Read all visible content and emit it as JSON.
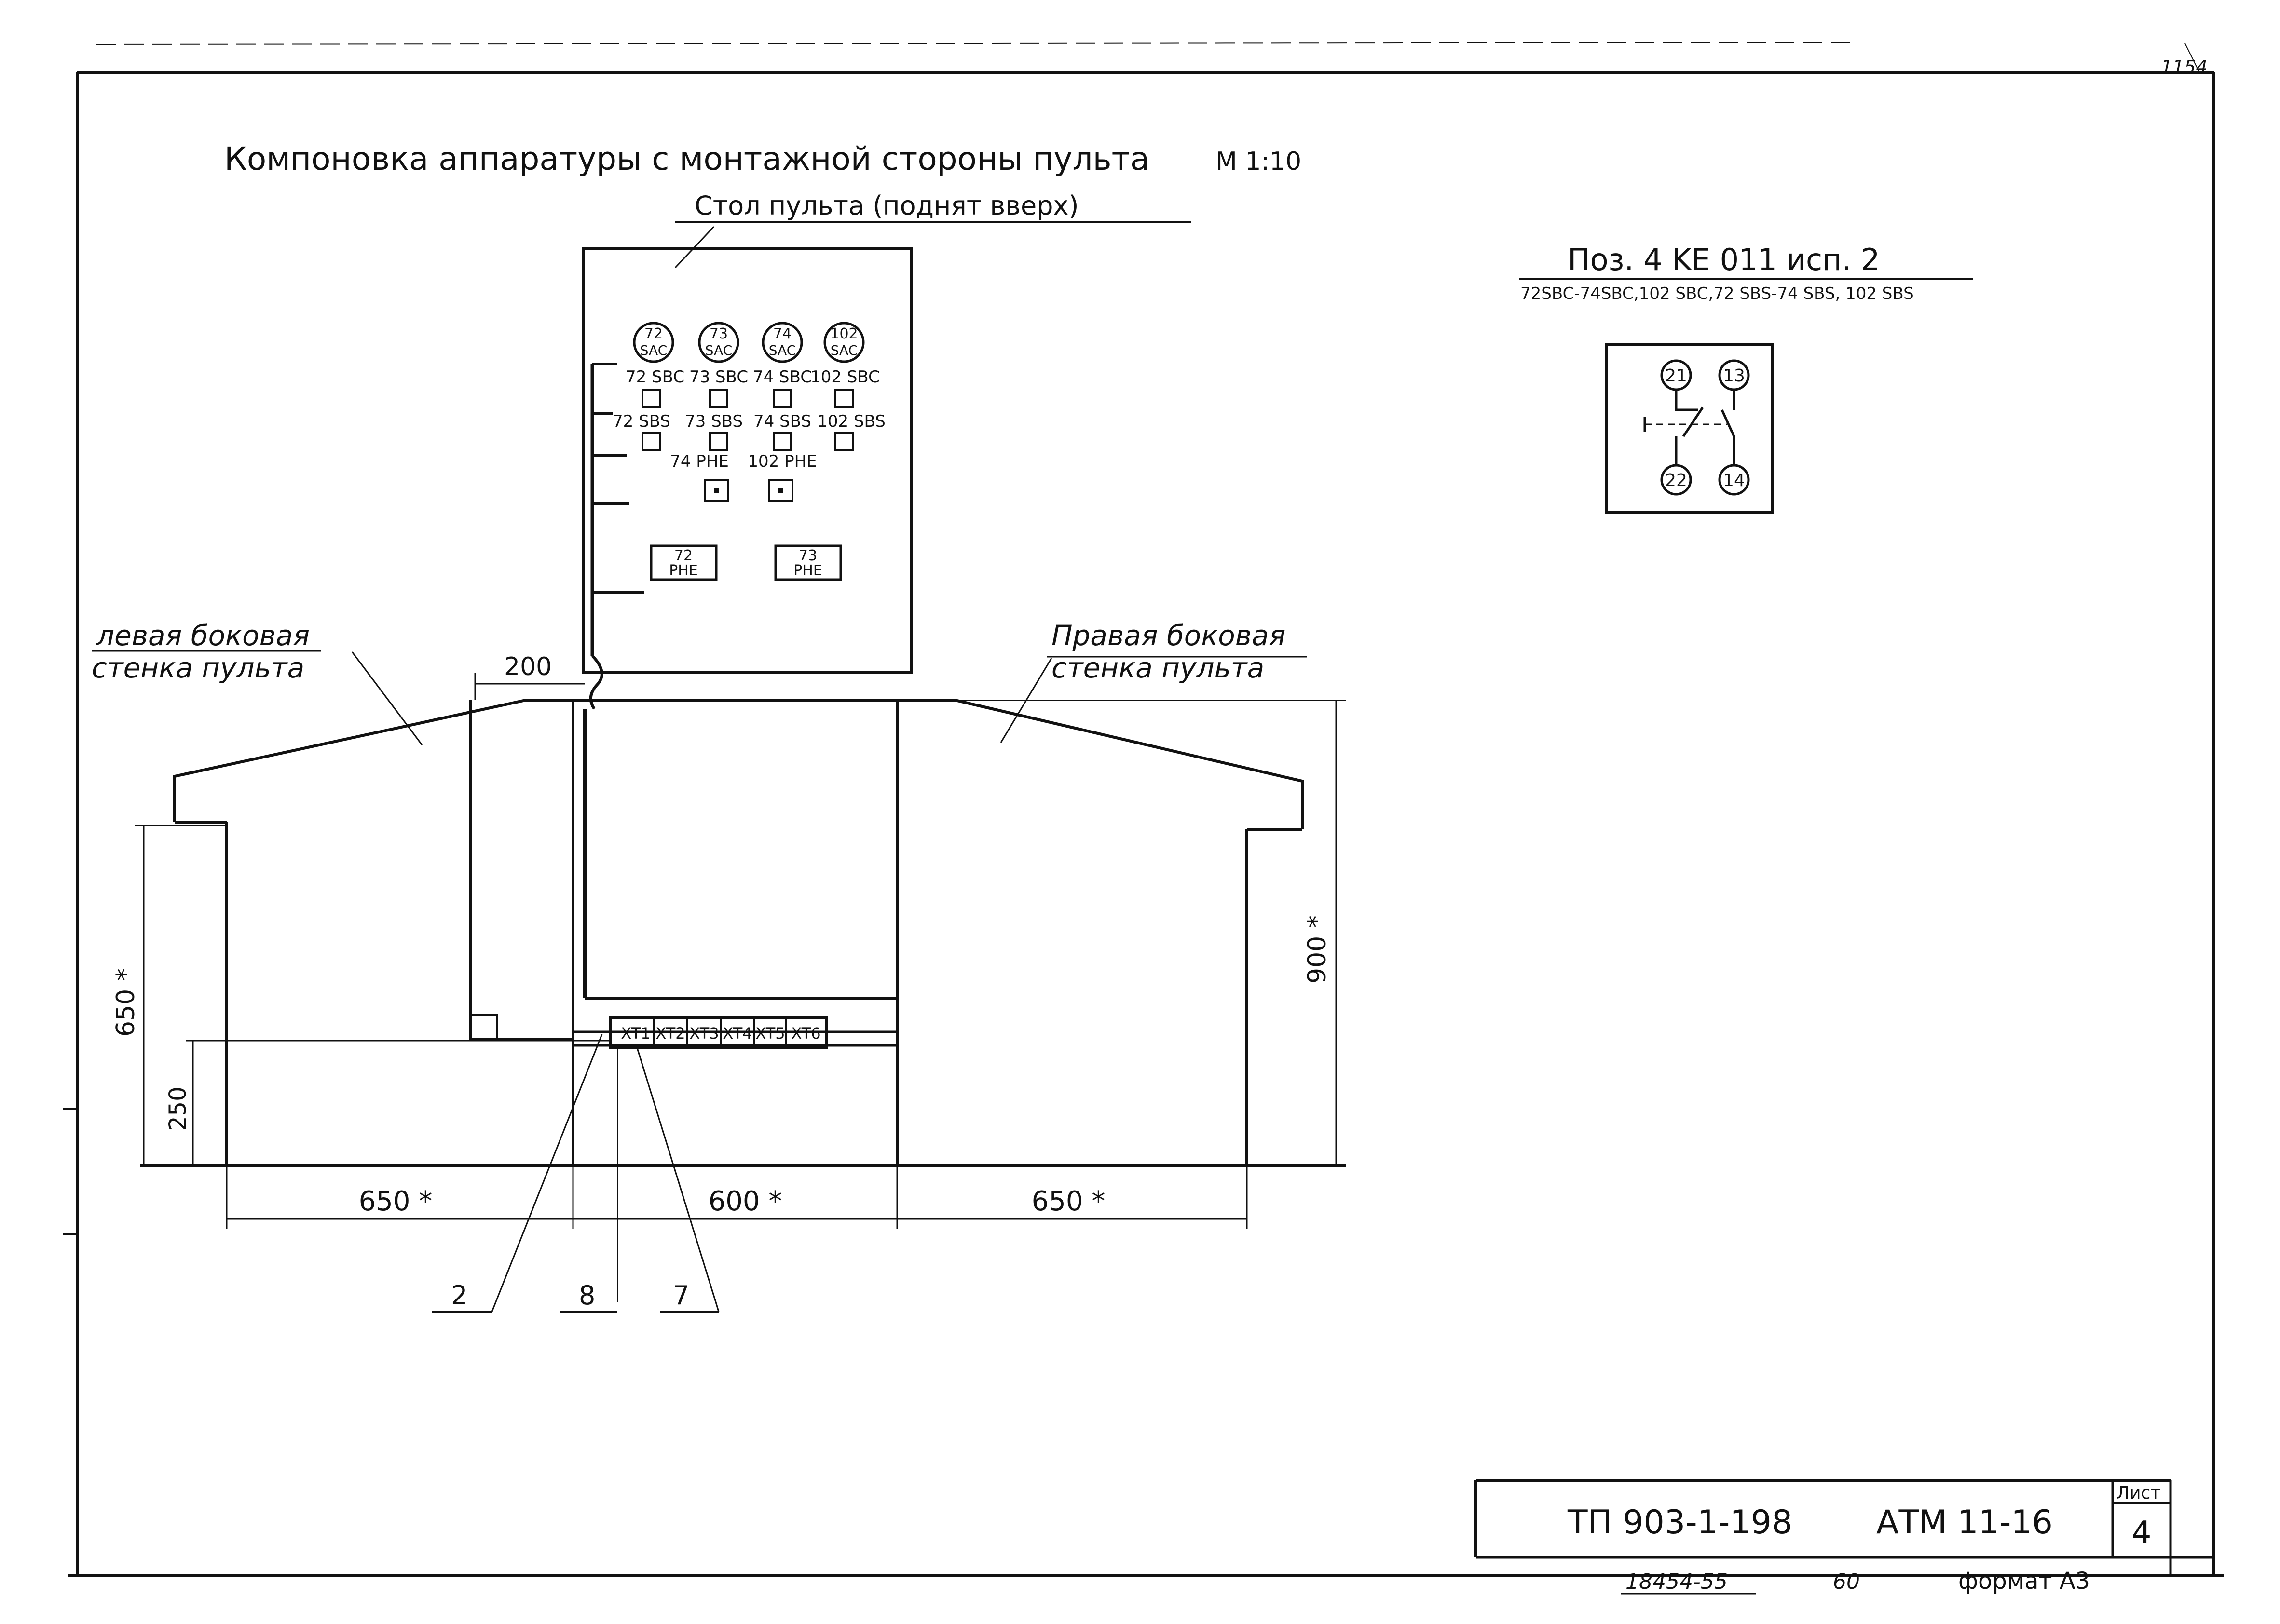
{
  "header": {
    "title": "Компоновка аппаратуры с монтажной стороны пульта",
    "scale": "М 1:10",
    "page_corner_number": "1154"
  },
  "panel": {
    "table_label": "Стол пульта (поднят вверх)",
    "switches": [
      {
        "top": "72",
        "bottom": "SAC"
      },
      {
        "top": "73",
        "bottom": "SAC"
      },
      {
        "top": "74",
        "bottom": "SAC"
      },
      {
        "top": "102",
        "bottom": "SAC"
      }
    ],
    "button_row_1": [
      "72 SBC",
      "73 SBC",
      "74 SBC",
      "102 SBC"
    ],
    "button_row_2": [
      "72 SBS",
      "73 SBS",
      "74 SBS",
      "102 SBS"
    ],
    "lamp_row": [
      "74 PHE",
      "102 PHE"
    ],
    "lamp_blocks": [
      {
        "top": "72",
        "bottom": "PHE"
      },
      {
        "top": "73",
        "bottom": "PHE"
      }
    ]
  },
  "console": {
    "left_wall_label": [
      "левая боковая",
      "стенка пульта"
    ],
    "right_wall_label": [
      "Правая боковая",
      "стенка пульта"
    ],
    "terminal_blocks": [
      "XT1",
      "XT2",
      "XT3",
      "XT4",
      "XT5",
      "XT6"
    ]
  },
  "dimensions": {
    "top_gap": "200",
    "left_height": "650 *",
    "inner_height": "250",
    "right_height": "900 *",
    "bottom": [
      "650 *",
      "600 *",
      "650 *"
    ]
  },
  "callouts": [
    "2",
    "8",
    "7"
  ],
  "contact_detail": {
    "title": "Поз. 4 KE 011 исп. 2",
    "subtitle": "72SBC-74SBC,102 SBC,72 SBS-74 SBS, 102 SBS",
    "terminals": [
      "21",
      "13",
      "22",
      "14"
    ]
  },
  "title_block": {
    "code": "ТП 903-1-198",
    "sheet_code": "АТМ 11-16",
    "sheet_label": "Лист",
    "sheet_number": "4",
    "inventory": "18454-55",
    "copy_number": "60",
    "format": "формат А3"
  }
}
